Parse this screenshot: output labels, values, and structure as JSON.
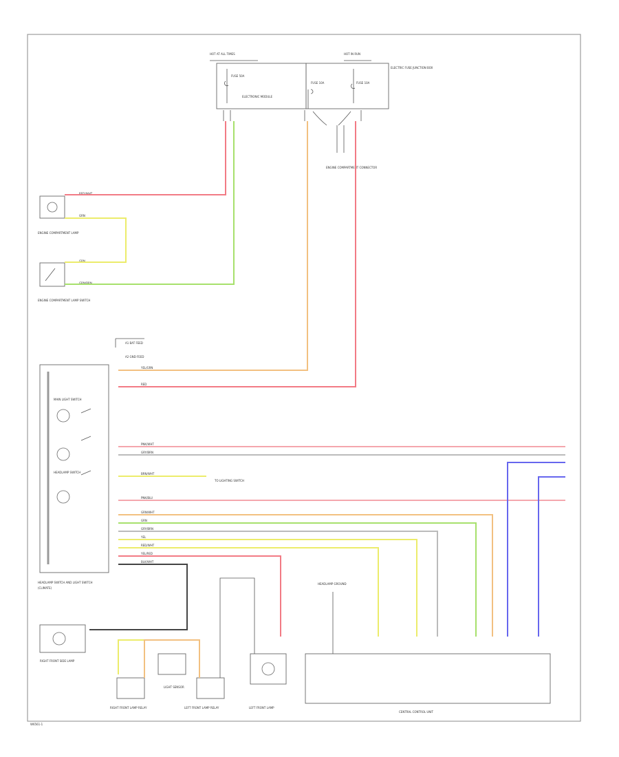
{
  "page": {
    "footer_code": "W6561-1"
  },
  "fusebox": {
    "title": "HOT AT ALL TIMES",
    "fuse_a": "FUSE 50A",
    "ebox": "ELECTRONIC MODULE",
    "fuse_b": "FUSE 10A",
    "fuse_c": "FUSE 10A",
    "right_title": "HOT IN RUN",
    "side_note": "ELECTRIC FUSE JUNCTION BOX",
    "connector_note": "ENGINE COMPARTMENT CONNECTOR"
  },
  "left_components": {
    "lamp": "ENGINE COMPARTMENT LAMP",
    "switch": "ENGINE COMPARTMENT LAMP SWITCH",
    "wire1": "RED/WHT",
    "wire2": "GRN",
    "wire3": "GRN",
    "wire4": "GRN/BRN"
  },
  "module": {
    "notes": [
      "A1 BAT FEED",
      "A2 GND FEED"
    ],
    "wires_top": [
      "YEL/GRN",
      "RED"
    ],
    "wires_mid": [
      "PNK/WHT",
      "GRY/BRN",
      "BRN/WHT",
      "PNK/BLU"
    ],
    "wires_low": [
      "GRN/WHT",
      "GRN",
      "GRY/BRN",
      "YEL",
      "RED/WHT",
      "YEL/RED",
      "BLK/WHT"
    ],
    "aux_label": "TO LIGHTING SWITCH",
    "side_labels": [
      "MAIN LIGHT SWITCH",
      "HEADLAMP SWITCH"
    ],
    "title": "HEADLAMP SWITCH AND LIGHT SWITCH",
    "subtitle": "(CLIMATE)"
  },
  "bottom": {
    "lamp_r": "RIGHT FRONT SIDE LAMP",
    "relay_1": "RIGHT FRONT LAMP RELAY",
    "sensor_1": "LIGHT SENSOR",
    "relay_2": "LEFT FRONT LAMP RELAY",
    "lamp_l": "LEFT FRONT LAMP",
    "ground": "HEADLAMP GROUND",
    "panel": "CENTRAL CONTROL UNIT"
  },
  "colors": {
    "red": "#f27a84",
    "pink": "#f4a6ad",
    "yellow": "#ecec6a",
    "green": "#a6e06b",
    "orange": "#f2b070",
    "blue": "#6666ee",
    "dark": "#444444",
    "grey": "#bbbbbb"
  }
}
